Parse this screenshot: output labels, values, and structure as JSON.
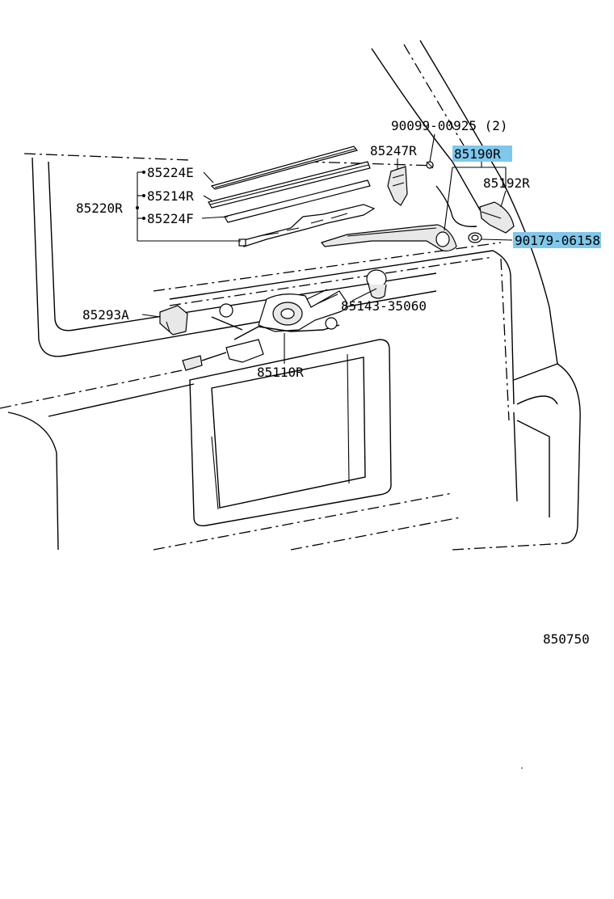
{
  "labels": {
    "bolt": "90099-00925 (2)",
    "bracket": "85247R",
    "arm_assy": "85190R",
    "cap": "85192R",
    "nut": "90179-06158",
    "rubber_e": "85224E",
    "refill": "85214R",
    "blade": "85220R",
    "rubber_f": "85224F",
    "cover": "85293A",
    "grommet": "85143-35060",
    "motor": "85110R",
    "diagram_code": "850750"
  },
  "highlight_color": "#7fc8ec"
}
